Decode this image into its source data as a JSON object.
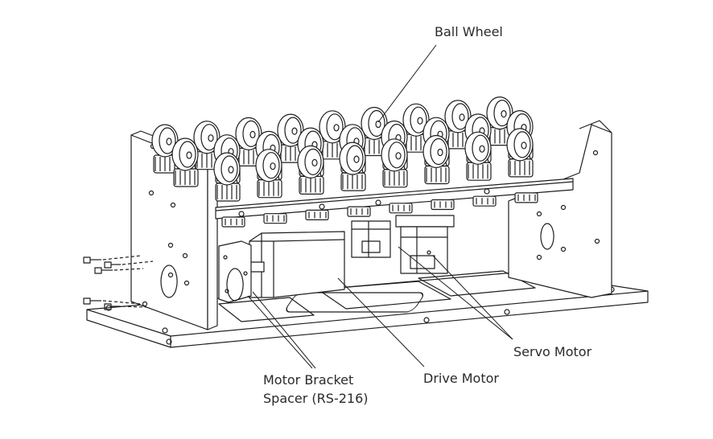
{
  "diagram": {
    "callouts": {
      "ball_wheel": "Ball Wheel",
      "servo_motor": "Servo Motor",
      "drive_motor": "Drive Motor",
      "motor_bracket_line1": "Motor Bracket",
      "motor_bracket_line2": "Spacer (RS-216)"
    },
    "colors": {
      "line": "#1e1e1e",
      "background": "#ffffff"
    }
  }
}
